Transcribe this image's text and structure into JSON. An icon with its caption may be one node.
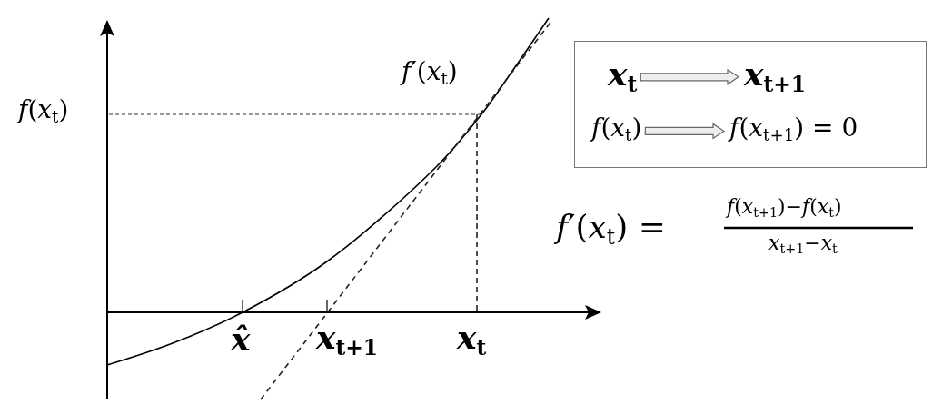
{
  "diagram": {
    "nodes": [
      {
        "text": [],
        "shape": "box"
      },
      {
        "text": [
          "*x*$_{t}$"
        ],
        "in": 0
      },
      {
        "text": [
          "*x*$_{t+1}$"
        ],
        "in": 0
      },
      {
        "text": [
          "*f*(*x*$_{t}$)"
        ],
        "in": 0
      },
      {
        "text": [
          "*f*(*x*$_{t+1}$) = 0"
        ],
        "in": 0
      }
    ],
    "edges": [
      {
        "from": 1,
        "to": 2,
        "arrow": "to"
      },
      {
        "from": 3,
        "to": 4,
        "arrow": "to"
      }
    ],
    "labels": [
      "*f*′(*x*$_{t}$)",
      "*f*(*x*$_{t}$)",
      "*f*′(*x*$_{t}$) =",
      "*f*(*x*$_{t+1}$)−*f*(*x*$_{t}$)",
      "*x*$_{t+1}$−*x*$_{t}$",
      "*x̂*",
      "*x*$_{t+1}$",
      "*x*$_{t}$"
    ]
  }
}
